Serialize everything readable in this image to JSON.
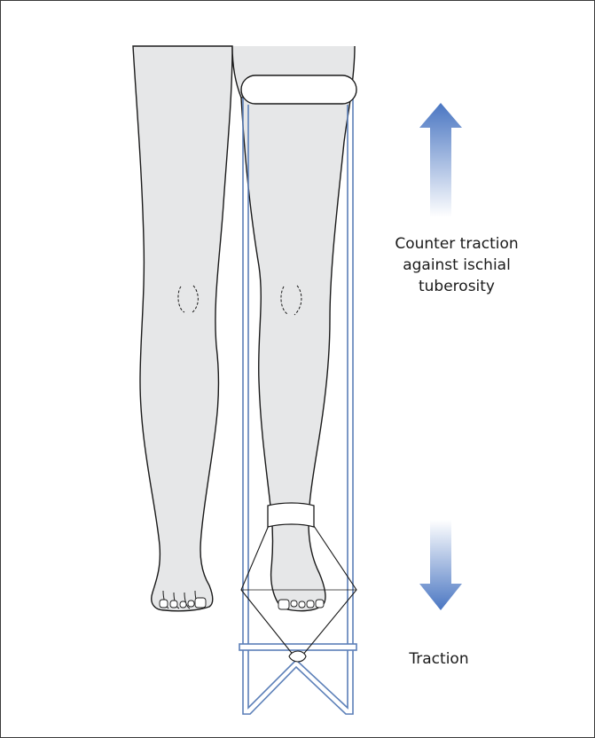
{
  "labels": {
    "counter_traction": [
      "Counter traction",
      "against ischial",
      "tuberosity"
    ],
    "traction": "Traction"
  },
  "colors": {
    "skin": "#e6e7e8",
    "outline": "#1a1a1a",
    "splint_frame": "#5b7fb8",
    "pad": "#ffffff",
    "arrow_dark": "#4a76c2",
    "arrow_light": "#ffffff"
  },
  "icons": {
    "up_arrow": "arrow-up-icon",
    "down_arrow": "arrow-down-icon"
  }
}
